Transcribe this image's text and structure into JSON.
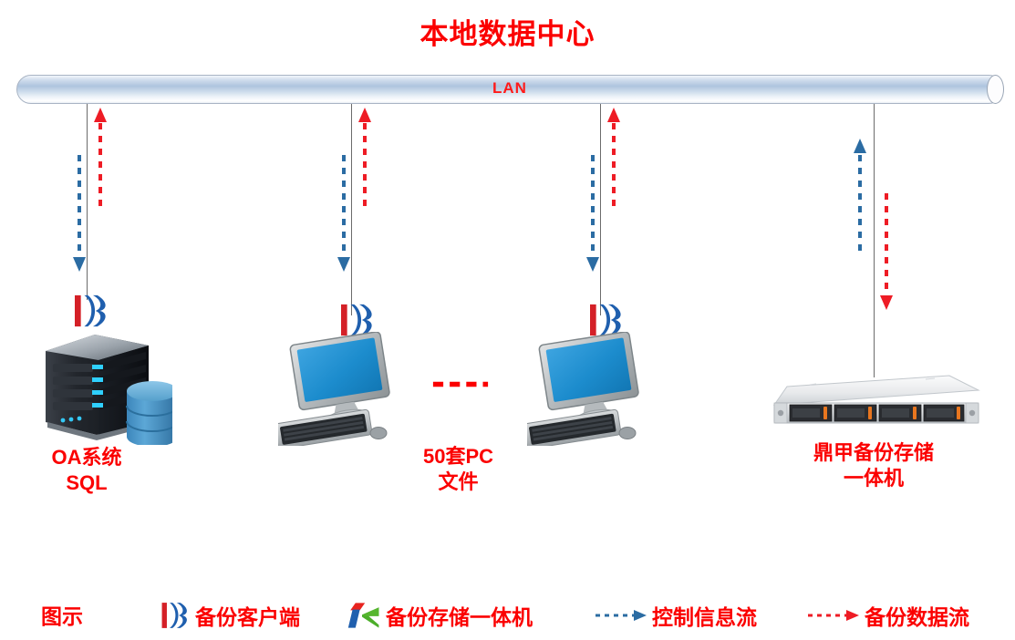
{
  "title": "本地数据中心",
  "network": {
    "bus_label": "LAN",
    "bus_name": "lan-bus"
  },
  "nodes": [
    {
      "id": "oa-server",
      "icon": "backup-client-db-icon",
      "device_icon": "server-tower-with-database-icon",
      "label": "OA系统\nSQL",
      "flows": {
        "control": "down",
        "data": "up"
      }
    },
    {
      "id": "pc-left",
      "icon": "backup-client-db-icon",
      "device_icon": "desktop-pc-icon",
      "label": "",
      "flows": {
        "control": "down",
        "data": "up"
      }
    },
    {
      "id": "pc-right",
      "icon": "backup-client-db-icon",
      "device_icon": "desktop-pc-icon",
      "label": "",
      "flows": {
        "control": "down",
        "data": "up"
      }
    },
    {
      "id": "backup-appliance",
      "icon": "",
      "device_icon": "rack-server-icon",
      "label": "鼎甲备份存储\n一体机",
      "flows": {
        "control": "up",
        "data": "down"
      }
    }
  ],
  "pc_group_label": "50套PC\n文件",
  "legend": {
    "heading": "图示",
    "items": [
      {
        "glyph": "backup-client-db-icon",
        "label": "备份客户端"
      },
      {
        "glyph": "vinchin-k-logo-icon",
        "label": "备份存储一体机"
      },
      {
        "glyph": "blue-dashed-arrow-icon",
        "label": "控制信息流"
      },
      {
        "glyph": "red-dashed-arrow-icon",
        "label": "备份数据流"
      }
    ]
  },
  "colors": {
    "accent_red": "#fb0000",
    "control_blue": "#2b6ca3",
    "data_red": "#ee1c25",
    "line_gray": "#6b6b6b",
    "logo_blue": "#1f5fae",
    "logo_green": "#4cae2a"
  }
}
